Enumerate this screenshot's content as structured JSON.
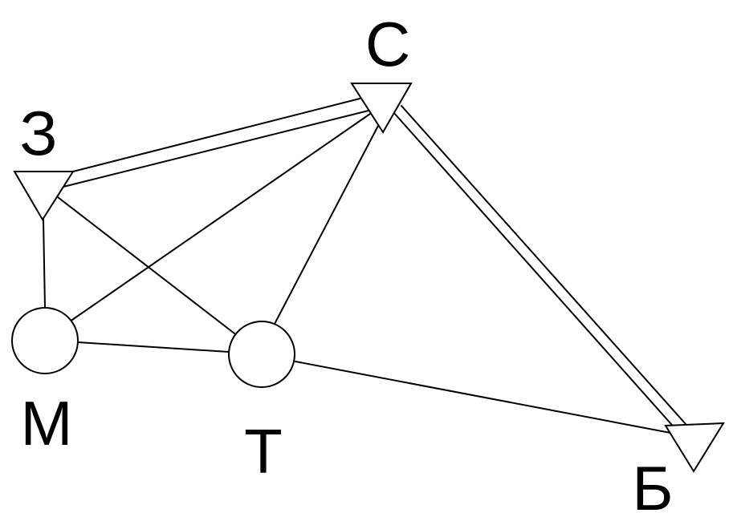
{
  "nodes": {
    "s": {
      "label": "С",
      "shape": "triangle"
    },
    "z": {
      "label": "З",
      "shape": "triangle"
    },
    "m": {
      "label": "М",
      "shape": "circle"
    },
    "t": {
      "label": "Т",
      "shape": "circle"
    },
    "b": {
      "label": "Б",
      "shape": "triangle"
    }
  },
  "edges": [
    {
      "from": "z",
      "to": "s",
      "style": "double"
    },
    {
      "from": "s",
      "to": "b",
      "style": "double"
    },
    {
      "from": "z",
      "to": "m",
      "style": "single"
    },
    {
      "from": "z",
      "to": "t",
      "style": "single"
    },
    {
      "from": "m",
      "to": "s",
      "style": "single"
    },
    {
      "from": "m",
      "to": "t",
      "style": "single"
    },
    {
      "from": "t",
      "to": "s",
      "style": "single"
    },
    {
      "from": "t",
      "to": "b",
      "style": "single"
    }
  ],
  "colors": {
    "stroke": "#000000",
    "fill": "#ffffff",
    "background": "#ffffff"
  }
}
